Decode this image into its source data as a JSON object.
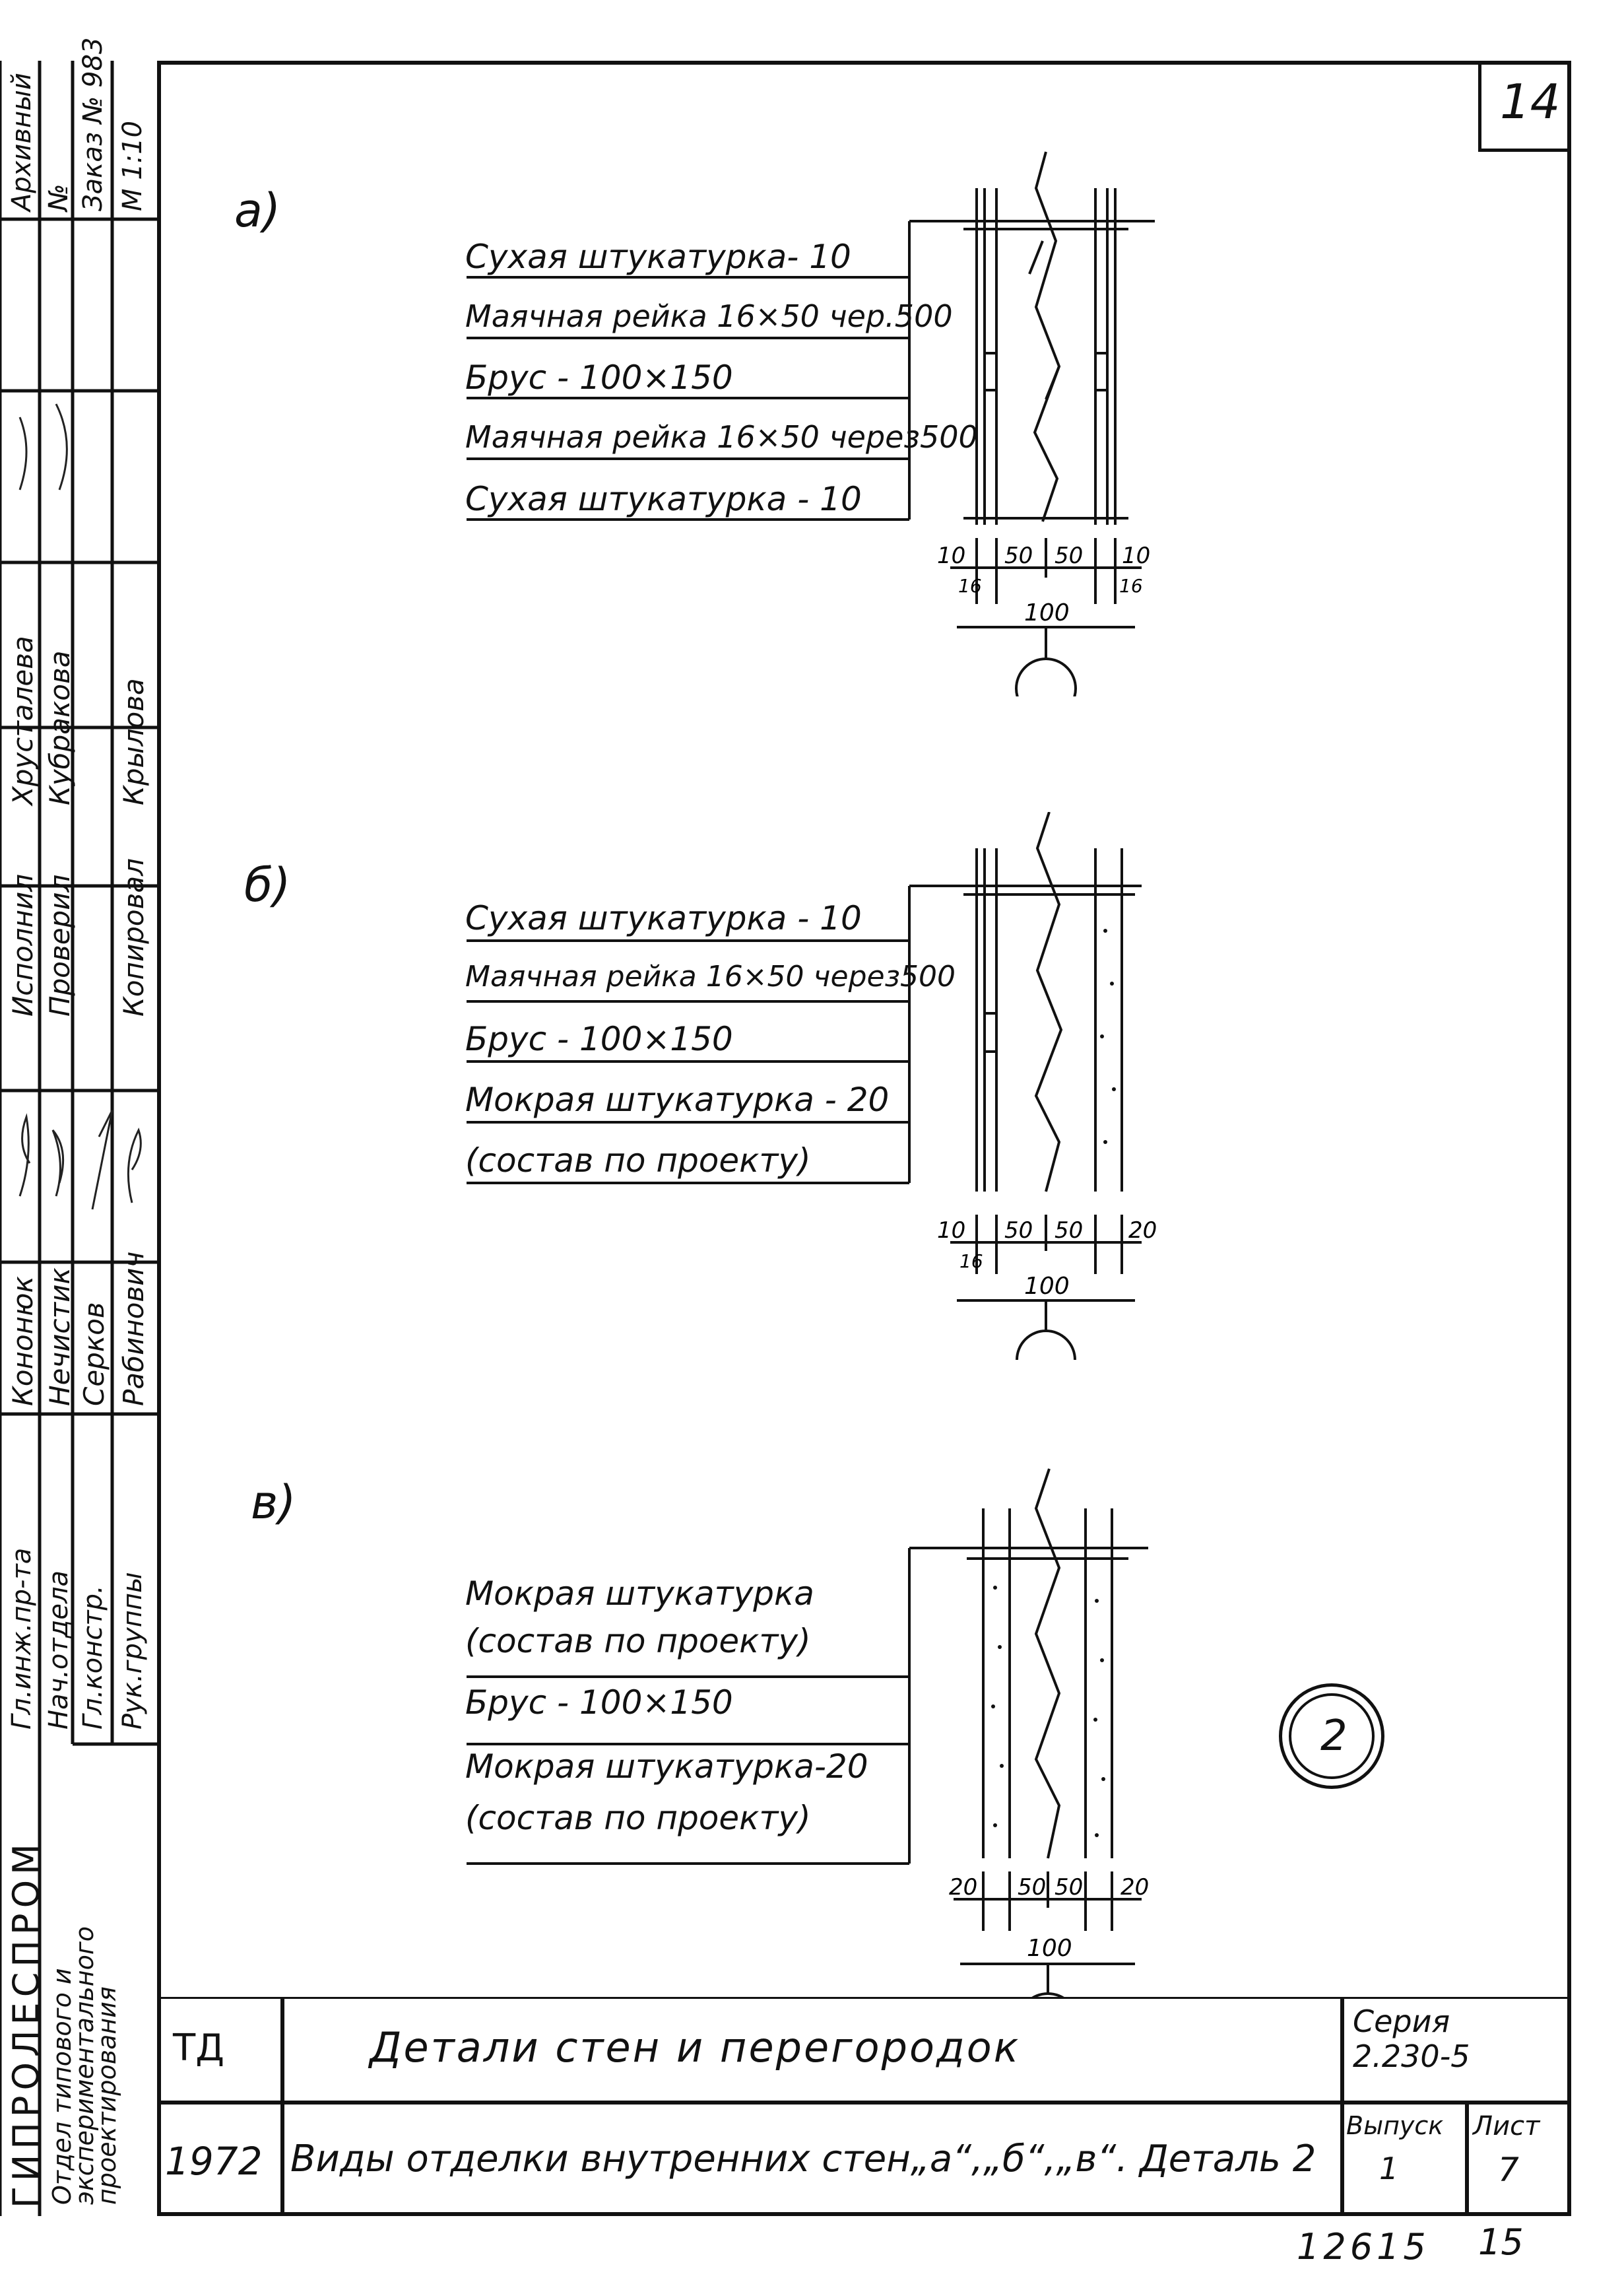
{
  "sheet_number": "14",
  "bottom_numbers": {
    "left": "12615",
    "right": "15"
  },
  "title_block": {
    "org": "ГИПРОЛЕСПРОМ",
    "dept_lines": [
      "Отдел типового и",
      "экспериментального",
      "проектирования"
    ],
    "code": "ТД",
    "year": "1972",
    "title": "Детали стен и перегородок",
    "subtitle": "Виды отделки внутренних стен„а“,„б“,„в“. Деталь 2",
    "series_label": "Серия",
    "series_value": "2.230-5",
    "issue_label": "Выпуск",
    "issue_value": "1",
    "sheet_label": "Лист",
    "sheet_value": "7"
  },
  "stamp": {
    "roles": [
      "Гл.инж.пр-та",
      "Нач.отдела",
      "Гл.констр.",
      "Рук.группы"
    ],
    "names": [
      "Кононюк",
      "Нечистик",
      "Серков",
      "Рабинович"
    ],
    "roles2": [
      "Исполнил",
      "Проверил",
      "",
      "Копировал"
    ],
    "names2": [
      "Хрусталева",
      "Кубракова",
      "",
      "Крылова"
    ],
    "archive": [
      "Архивный",
      "№",
      "Заказ № 983",
      "М 1:10"
    ]
  },
  "details": [
    {
      "mark": "а)",
      "layers": [
        "Сухая штукатурка- 10",
        "Маячная рейка 16×50 чер.500",
        "Брус - 100×150",
        "Маячная рейка 16×50 через500",
        "Сухая штукатурка - 10"
      ],
      "dims_top": [
        "10",
        "50",
        "50",
        "10"
      ],
      "dims_small": [
        "16",
        "16"
      ],
      "dim_total": "100"
    },
    {
      "mark": "б)",
      "layers": [
        "Сухая штукатурка - 10",
        "Маячная рейка 16×50 через500",
        "Брус - 100×150",
        "Мокрая штукатурка - 20",
        "(состав по проекту)"
      ],
      "dims_top": [
        "10",
        "50",
        "50",
        "20"
      ],
      "dims_small": [
        "16"
      ],
      "dim_total": "100"
    },
    {
      "mark": "в)",
      "layers": [
        "Мокрая штукатурка",
        "(состав по проекту)",
        "Брус - 100×150",
        "Мокрая штукатурка-20",
        "(состав по проекту)"
      ],
      "dims_top": [
        "20",
        "50",
        "50",
        "20"
      ],
      "dims_small": [],
      "dim_total": "100"
    }
  ],
  "detail_circle_number": "2"
}
